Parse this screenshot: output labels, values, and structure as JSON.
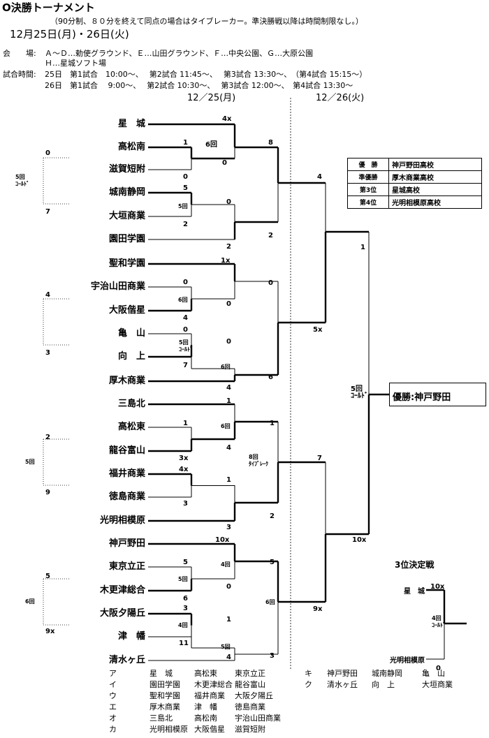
{
  "header": {
    "title": "O決勝トーナメント",
    "rule": "（90分制、８０分を終えて同点の場合はタイブレーカー。準決勝戦以降は時間制限なし。）",
    "dates": "12月25日(月)・26日(火)",
    "venue_label": "会　　場:",
    "venue_line1": "Ａ～Ｄ…勅使グラウンド、Ｅ…山田グラウンド、Ｆ…中央公園、Ｇ…大原公園",
    "venue_line2": "Ｈ…星城ソフト場",
    "time_label": "試合時間:",
    "time_line1": "25日　第1試合　10:00～、　 第2試合 11:45～、　 第3試合 13:30～、　（第4試合 15:15～）",
    "time_line2": "26日　第1試合　 9:00～、　 第2試合 10:30～、　 第3試合 12:00～、　第4試合 13:30～",
    "day1": "12／25(月)",
    "day2": "12／26(火)"
  },
  "teams": [
    "星　城",
    "高松南",
    "滋賀短附",
    "城南静岡",
    "大垣商業",
    "園田学園",
    "聖和学園",
    "宇治山田商業",
    "大阪偕星",
    "亀　山",
    "向　上",
    "厚木商業",
    "三島北",
    "高松東",
    "龍谷富山",
    "福井商業",
    "徳島商業",
    "光明相模原",
    "神戸野田",
    "東京立正",
    "木更津総合",
    "大阪夕陽丘",
    "津　幡",
    "清水ヶ丘"
  ],
  "scores": {
    "r1": [
      "4x",
      "0",
      "1",
      "0",
      "5",
      "2",
      "0",
      "2",
      "1x",
      "0",
      "0",
      "4",
      "0",
      "7",
      "0",
      "4",
      "1",
      "4",
      "1",
      "3x",
      "4x",
      "3",
      "1",
      "3",
      "10x",
      "0",
      "5",
      "6",
      "3",
      "11",
      "1",
      "4"
    ],
    "r2": [
      "8",
      "2",
      "0",
      "6",
      "1",
      "2",
      "5",
      "3"
    ],
    "r3": [
      "4",
      "5x",
      "7",
      "9x"
    ],
    "sf": [
      "1",
      "10x"
    ]
  },
  "notes": {
    "six_inn": "6回",
    "five_inn": "5回",
    "five_inn_called": "5回\nｺｰﾙﾄﾞ",
    "called": "ｺｰﾙﾄﾞ",
    "eight_tb": "8回\nﾀｲﾌﾞﾚｰｸ",
    "four_inn": "4回",
    "four_called": "4回\nｺｰﾙﾄﾞ",
    "five_called_final": "5回\nｺｰﾙﾄﾞ"
  },
  "side_games": [
    {
      "a": "0",
      "b": "7",
      "note": "5回\nｺｰﾙﾄﾞ"
    },
    {
      "a": "4",
      "b": "3",
      "note": ""
    },
    {
      "a": "2",
      "b": "9",
      "note": "5回"
    },
    {
      "a": "5",
      "b": "9x",
      "note": "6回"
    }
  ],
  "results": [
    {
      "k": "優　勝",
      "v": "神戸野田高校"
    },
    {
      "k": "準優勝",
      "v": "厚木商業高校"
    },
    {
      "k": "第3位",
      "v": "星城高校"
    },
    {
      "k": "第4位",
      "v": "光明相模原高校"
    }
  ],
  "champion": "優勝:神戸野田",
  "third_place": {
    "title": "3位決定戦",
    "team1": "星　城",
    "team2": "光明相模原",
    "s1": "10x",
    "s2": "0",
    "note": "4回\nｺｰﾙﾄﾞ"
  },
  "legend": [
    [
      "ア",
      "星　城",
      "高松東",
      "東京立正"
    ],
    [
      "イ",
      "園田学園",
      "木更津総合",
      "龍谷富山"
    ],
    [
      "ウ",
      "聖和学園",
      "福井商業",
      "大阪夕陽丘"
    ],
    [
      "エ",
      "厚木商業",
      "津　幡",
      "徳島商業"
    ],
    [
      "オ",
      "三島北",
      "高松南",
      "宇治山田商業"
    ],
    [
      "カ",
      "光明相模原",
      "大阪偕星",
      "滋賀短附"
    ],
    [
      "キ",
      "神戸野田",
      "城南静岡",
      "亀　山"
    ],
    [
      "ク",
      "清水ヶ丘",
      "向　上",
      "大垣商業"
    ]
  ]
}
